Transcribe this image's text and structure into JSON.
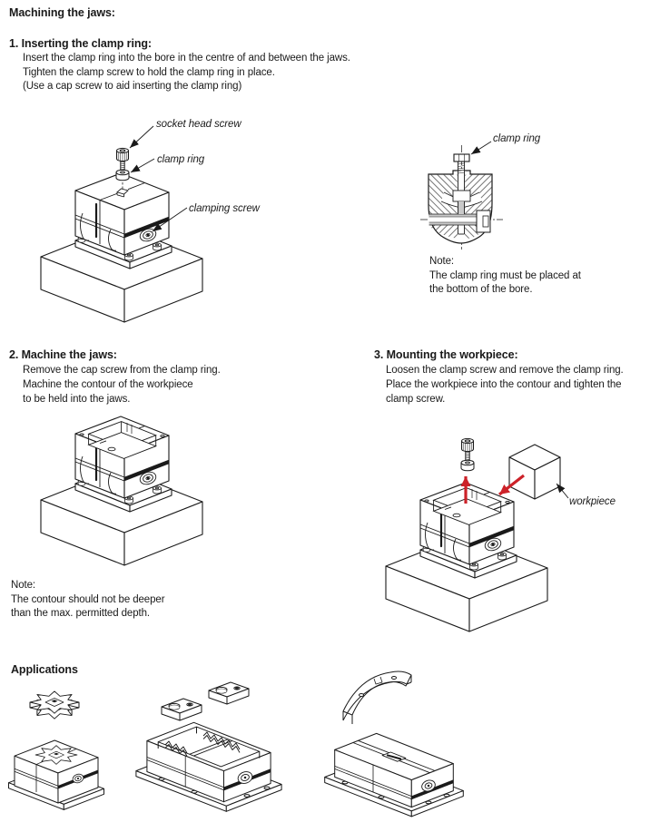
{
  "doc": {
    "title": "Machining the jaws:",
    "step1": {
      "heading": "1. Inserting the clamp ring:",
      "line1": "Insert the clamp ring into the bore in the centre of and between the jaws.",
      "line2": "Tighten the clamp screw to hold the clamp ring in place.",
      "line3": "(Use a cap screw to aid inserting the clamp ring)"
    },
    "step2": {
      "heading": "2. Machine the jaws:",
      "line1": "Remove the cap screw from the clamp ring.",
      "line2": "Machine the contour of the workpiece",
      "line3": "to be held into the jaws."
    },
    "step3": {
      "heading": "3. Mounting the workpiece:",
      "line1": "Loosen the clamp screw and remove the clamp ring.",
      "line2": "Place the workpiece into the contour and tighten the",
      "line3": "clamp screw."
    },
    "labels": {
      "socket_head_screw": "socket head screw",
      "clamp_ring": "clamp ring",
      "clamping_screw": "clamping screw",
      "clamp_ring_section": "clamp ring",
      "workpiece": "workpiece"
    },
    "note_bore": {
      "title": "Note:",
      "line1": "The clamp ring must be placed at",
      "line2": "the bottom of the bore."
    },
    "note_depth": {
      "title": "Note:",
      "line1": "The contour should not be deeper",
      "line2": "than the max. permitted depth."
    },
    "applications_heading": "Applications",
    "colors": {
      "line": "#1a1a1a",
      "arrow_red": "#cc2229",
      "background": "#ffffff"
    }
  }
}
